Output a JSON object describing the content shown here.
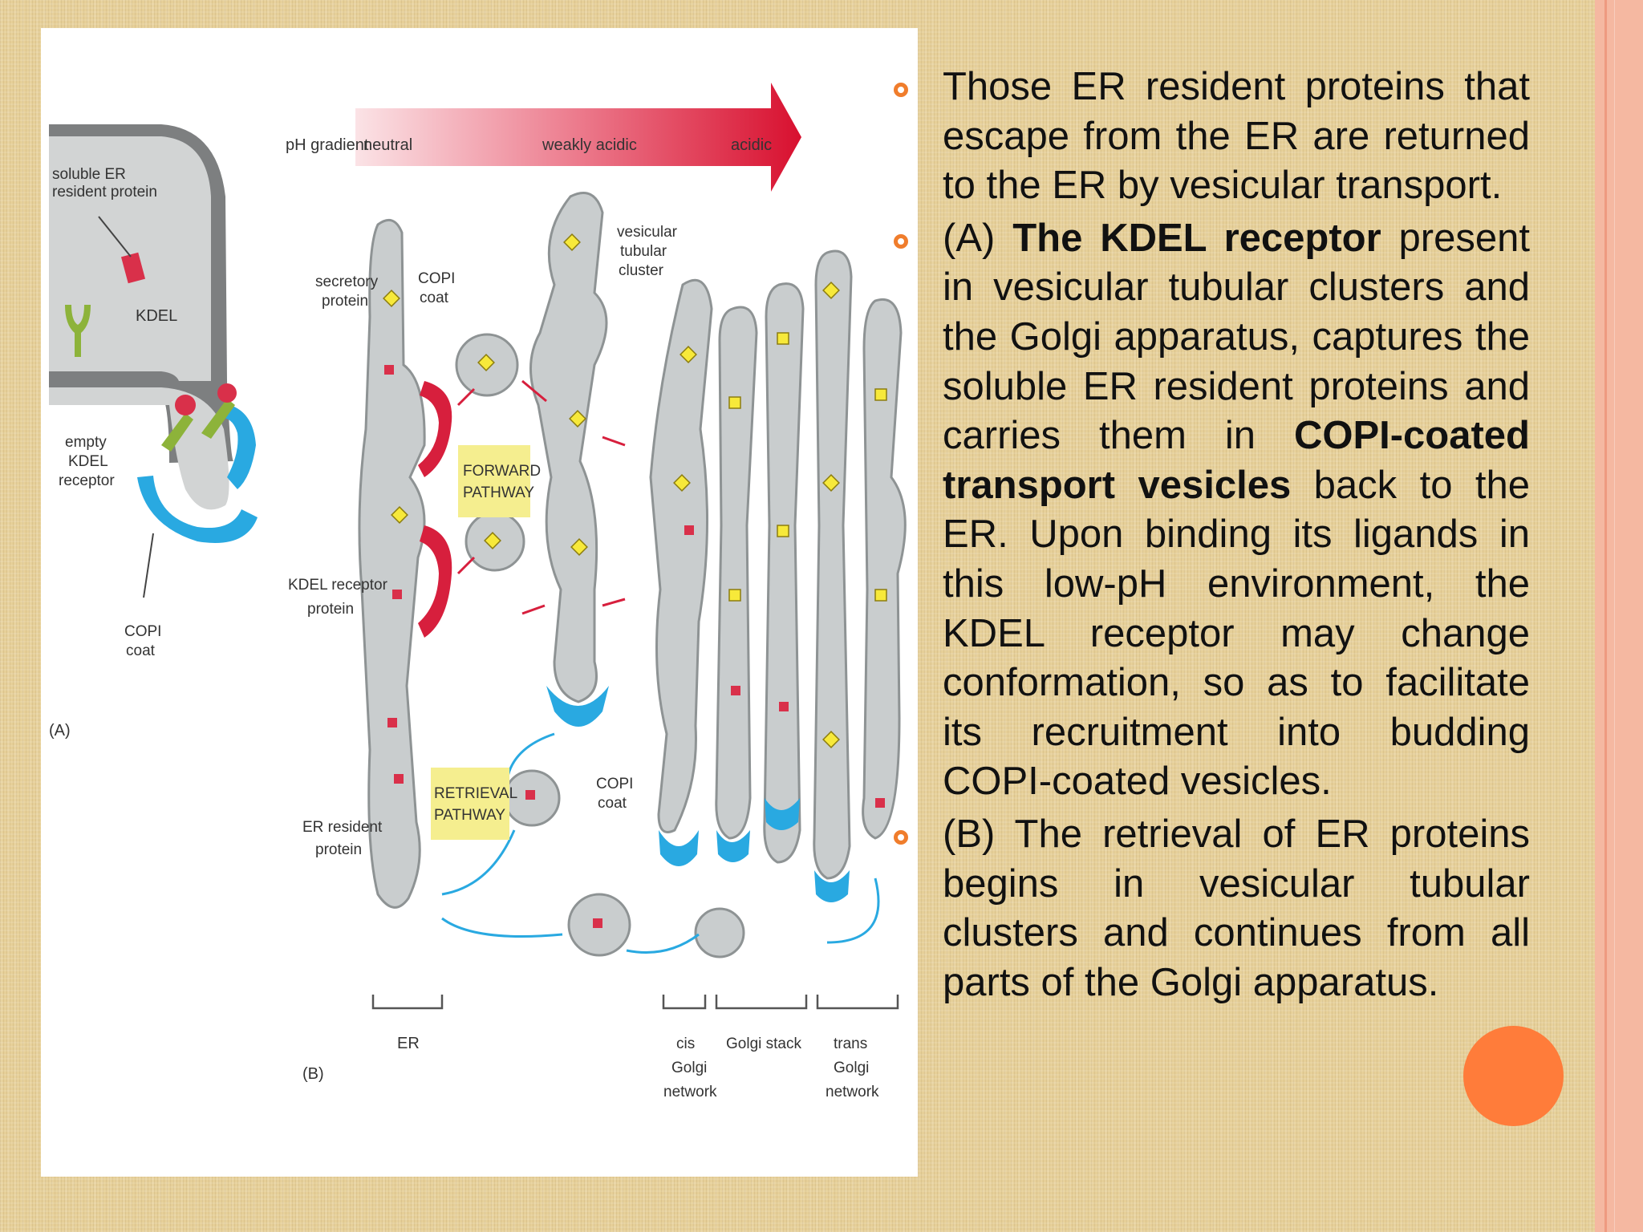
{
  "figure": {
    "part_a": {
      "label": "(A)",
      "soluble_er_protein_line1": "soluble ER",
      "soluble_er_protein_line2": "resident protein",
      "kdel": "KDEL",
      "empty_receptor_line1": "empty",
      "empty_receptor_line2": "KDEL",
      "empty_receptor_line3": "receptor",
      "copi_coat_line1": "COPI",
      "copi_coat_line2": "coat"
    },
    "part_b": {
      "label": "(B)",
      "ph_gradient": "pH gradient",
      "neutral": "neutral",
      "weakly_acidic": "weakly acidic",
      "acidic": "acidic",
      "secretory_line1": "secretory",
      "secretory_line2": "protein",
      "copi_coat_line1": "COPI",
      "copi_coat_line2": "coat",
      "vtc_line1": "vesicular",
      "vtc_line2": "tubular",
      "vtc_line3": "cluster",
      "forward_line1": "FORWARD",
      "forward_line2": "PATHWAY",
      "kdel_receptor_line1": "KDEL receptor",
      "kdel_receptor_line2": "protein",
      "retrieval_line1": "RETRIEVAL",
      "retrieval_line2": "PATHWAY",
      "copi_coat2_line1": "COPI",
      "copi_coat2_line2": "coat",
      "er_resident_line1": "ER resident",
      "er_resident_line2": "protein",
      "er": "ER",
      "cis_line1": "cis",
      "cis_line2": "Golgi",
      "cis_line3": "network",
      "golgi_stack": "Golgi stack",
      "trans_line1": "trans",
      "trans_line2": "Golgi",
      "trans_line3": "network"
    }
  },
  "bullets": [
    {
      "text": "Those ER resident proteins that escape from the ER are returned to the ER by vesicular transport."
    },
    {
      "t1": "(A) ",
      "b1": "The KDEL receptor",
      "t2": " present in vesicular tubular clusters and the Golgi apparatus, captures the soluble ER resident proteins and carries them in ",
      "b2": "COPI-coated transport vesicles",
      "t3": " back to the ER. Upon binding its ligands in this low-pH environment, the KDEL receptor may change conformation, so as to facilitate its recruitment into budding COPI-coated vesicles."
    },
    {
      "text": "(B) The retrieval of ER proteins begins in vesicular tubular clusters and continues from all parts of the Golgi  apparatus."
    }
  ],
  "colors": {
    "bullet_marker": "#f07d2c",
    "orange_dot": "#ff7c3a",
    "right_stripe": "#f5b8a1",
    "membrane": "#c9cdce",
    "copi_coat": "#29a9e1",
    "cargo": "#f7e93a",
    "kdel_ligand": "#d9304a",
    "receptor": "#8db33a"
  }
}
